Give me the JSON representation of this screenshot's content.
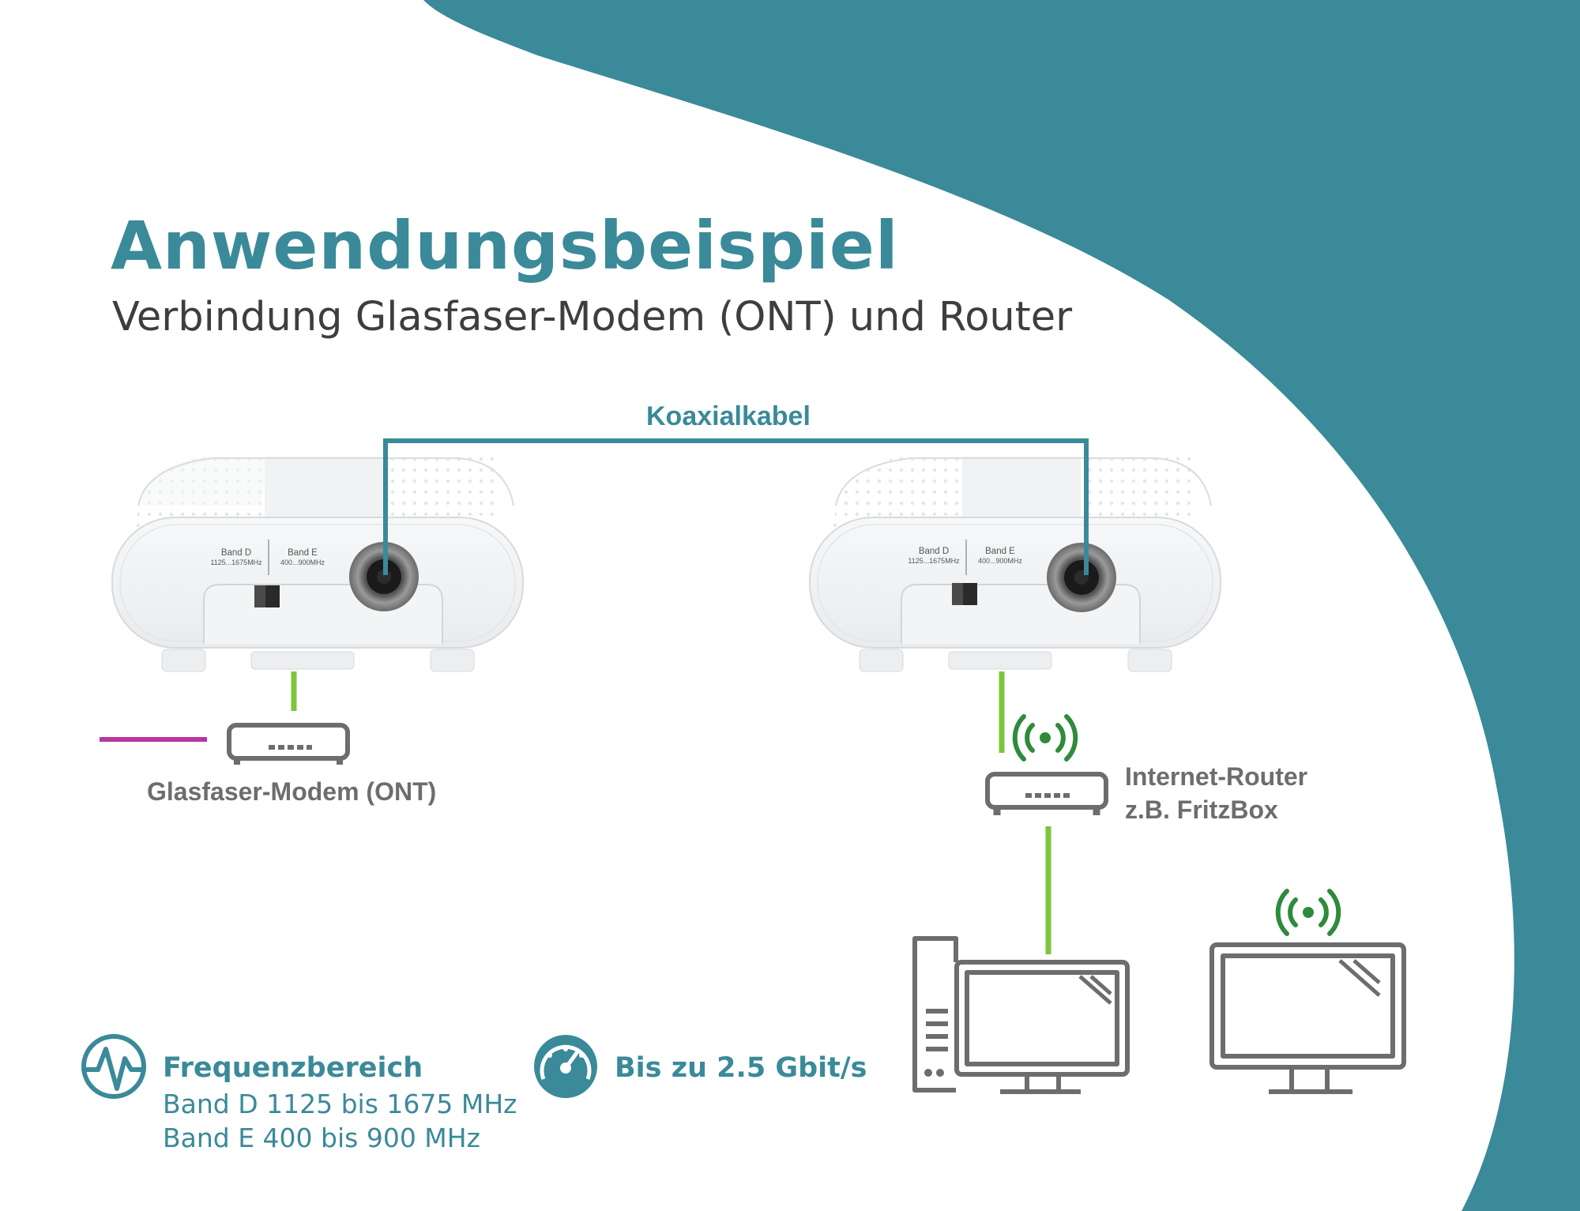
{
  "header": {
    "title": "Anwendungsbeispiel",
    "subtitle": "Verbindung Glasfaser-Modem (ONT) und Router"
  },
  "cable": {
    "label": "Koaxialkabel"
  },
  "device_left": {
    "band_d_label": "Band D",
    "band_d_range": "1125...1675MHz",
    "band_e_label": "Band E",
    "band_e_range": "400...900MHz"
  },
  "device_right": {
    "band_d_label": "Band D",
    "band_d_range": "1125...1675MHz",
    "band_e_label": "Band E",
    "band_e_range": "400...900MHz"
  },
  "modem": {
    "label": "Glasfaser-Modem (ONT)"
  },
  "router": {
    "line1": "Internet-Router",
    "line2": "z.B. FritzBox"
  },
  "features": {
    "frequency": {
      "title": "Frequenzbereich",
      "line1": "Band D 1125 bis 1675 MHz",
      "line2": "Band E 400 bis 900 MHz"
    },
    "speed": {
      "text": "Bis zu 2.5 Gbit/s"
    }
  },
  "colors": {
    "teal": "#3a8a99",
    "green_cable": "#7cc63a",
    "magenta_cable": "#b8379f",
    "wifi_green": "#2e8b3c",
    "icon_gray": "#6d6d6d"
  },
  "icons": {
    "wifi": "wifi-signal-icon",
    "waveform": "waveform-icon",
    "speedometer": "speedometer-icon",
    "router": "router-icon",
    "modem": "modem-icon",
    "desktop": "desktop-computer-icon",
    "monitor": "monitor-icon"
  }
}
